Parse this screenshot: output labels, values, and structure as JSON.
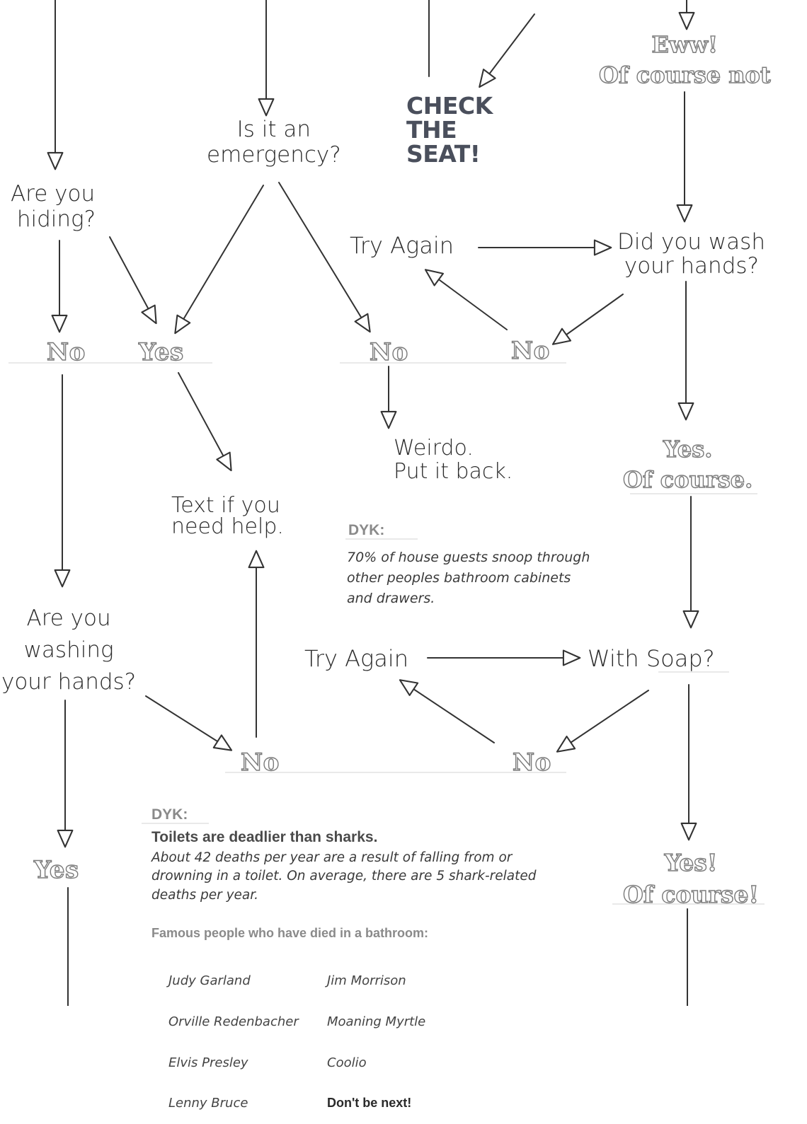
{
  "nodes": {
    "are_you_hiding": "Are you\n hiding?",
    "is_it_emergency": "Is it an\nemergency?",
    "check_the_seat": "CHECK\nTHE\nSEAT!",
    "eww": "Eww!\nOf course not",
    "try_again_top": "Try Again",
    "did_you_wash": "Did you wash\n your hands?",
    "no_left": "No",
    "yes_left": "Yes",
    "no_mid": "No",
    "no_right": "No",
    "weirdo": "Weirdo.\nPut it back.",
    "yes_of_course": "Yes.\nOf course.",
    "text_if_help": "Text if you\nneed help.",
    "are_you_washing": "Are you\nwashing\nyour hands?",
    "try_again_bottom": "Try Again",
    "with_soap": "With Soap?",
    "no_bottom_left": "No",
    "no_bottom_right": "No",
    "yes_bottom": "Yes",
    "yes_of_course_bang": "Yes!\nOf course!"
  },
  "dyk1": {
    "heading": "DYK:",
    "text": "70% of house guests snoop through\nother peoples bathroom cabinets\nand drawers."
  },
  "dyk2": {
    "heading": "DYK:",
    "lead": "Toilets are deadlier than sharks.",
    "text": "About 42 deaths per year are a result of falling from or\ndrowning in a toilet. On average, there are 5 shark-related\ndeaths per year.",
    "famous_heading": "Famous people who have died in a bathroom:",
    "names_left": [
      "Judy Garland",
      "Orville Redenbacher",
      "Elvis Presley",
      "Lenny Bruce"
    ],
    "names_right": [
      "Jim Morrison",
      "Moaning Myrtle",
      "Coolio",
      "Don't be next!"
    ]
  },
  "colors": {
    "ink": "#2b2b2b",
    "answer_outline": "#7a7a7a",
    "heading_gray": "#8a8a8a",
    "divider": "#dddddd"
  }
}
